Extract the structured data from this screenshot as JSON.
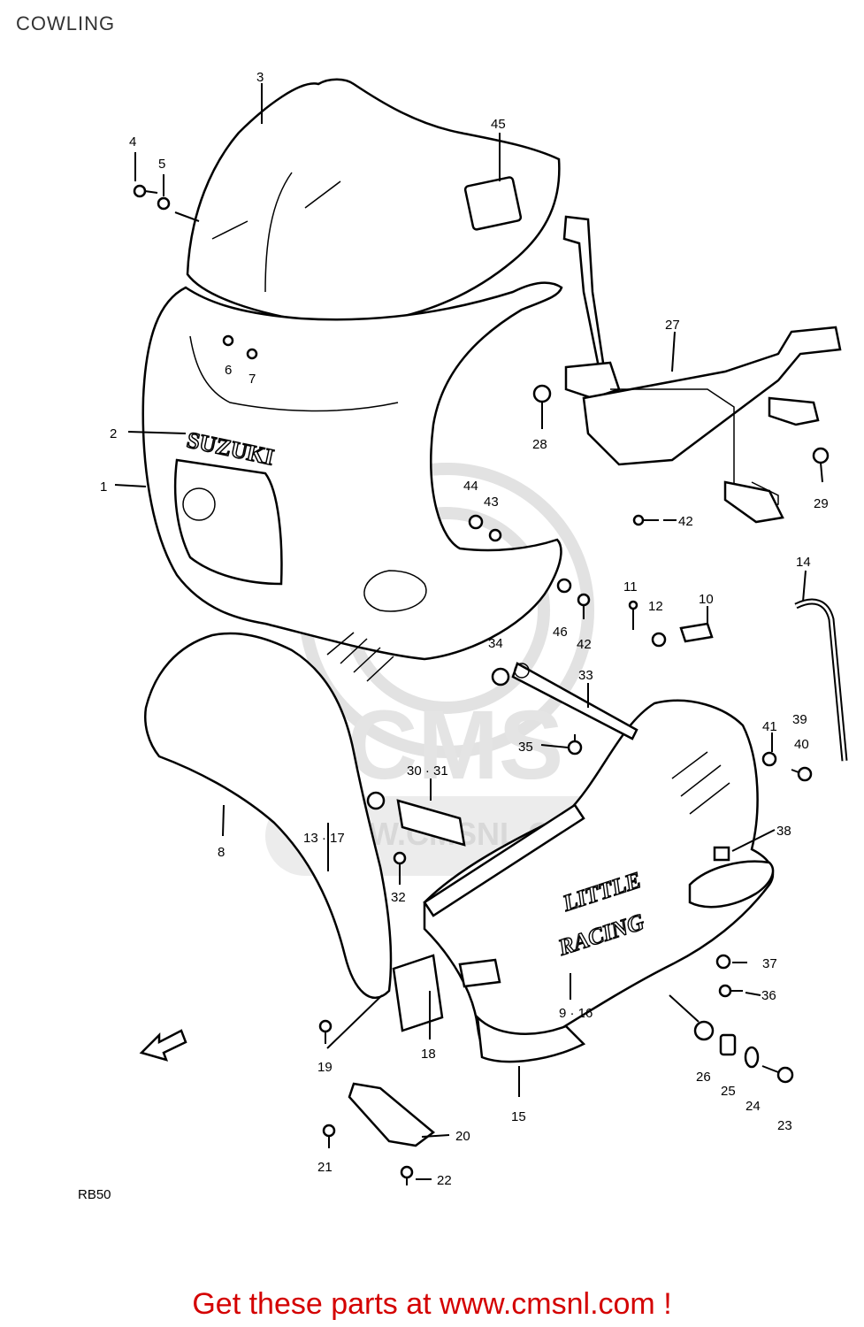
{
  "title": "COWLING",
  "footer": "Get these parts at www.cmsnl.com !",
  "model_code": "RB50",
  "brand_text": "SUZUKI",
  "decal_text": [
    "LITTLE",
    "RACING"
  ],
  "watermark_text": [
    "CMS",
    "WWW.CMSNL.COM"
  ],
  "callouts": {
    "c1": "1",
    "c2": "2",
    "c3": "3",
    "c4": "4",
    "c5": "5",
    "c6": "6",
    "c7": "7",
    "c8": "8",
    "c9_16": "9 · 16",
    "c10": "10",
    "c11": "11",
    "c12": "12",
    "c13_17": "13 · 17",
    "c14": "14",
    "c15": "15",
    "c18": "18",
    "c19": "19",
    "c20": "20",
    "c21": "21",
    "c22": "22",
    "c23": "23",
    "c24": "24",
    "c25": "25",
    "c26": "26",
    "c27": "27",
    "c28": "28",
    "c29": "29",
    "c30_31": "30 · 31",
    "c32": "32",
    "c33": "33",
    "c34": "34",
    "c35": "35",
    "c36": "36",
    "c37": "37",
    "c38": "38",
    "c39": "39",
    "c40": "40",
    "c41": "41",
    "c42a": "42",
    "c42b": "42",
    "c43": "43",
    "c44": "44",
    "c45": "45",
    "c46": "46"
  }
}
